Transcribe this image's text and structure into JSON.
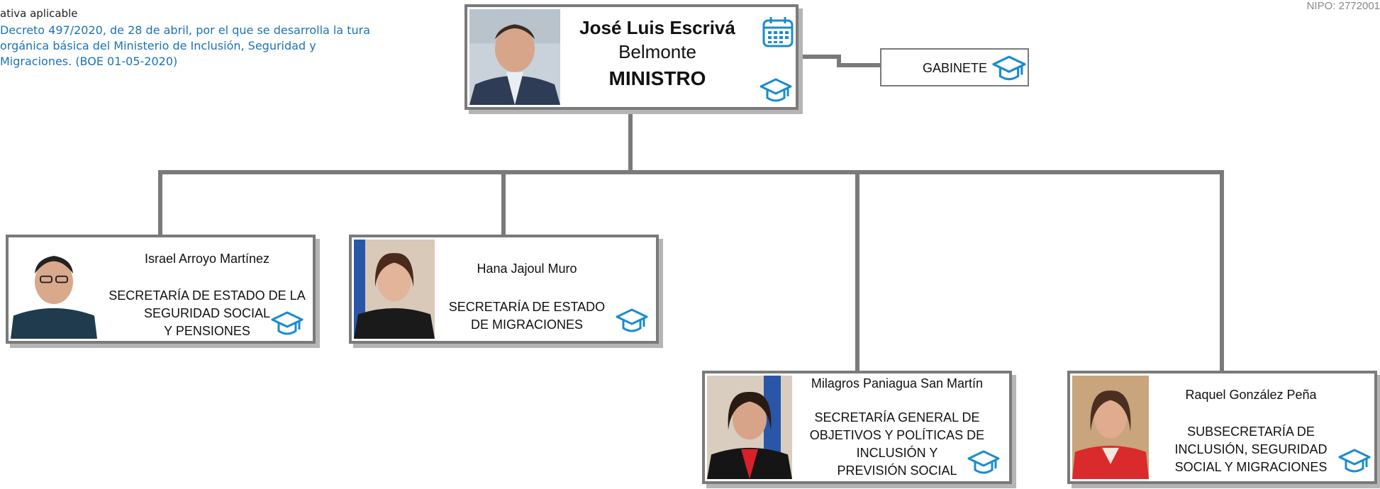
{
  "legal": {
    "title": "ativa aplicable",
    "text": "Decreto 497/2020, de 28 de abril, por el que se desarrolla la tura orgánica básica del Ministerio de Inclusión, Seguridad y Migraciones. (BOE 01-05-2020)"
  },
  "nipo": "NIPO: 2772001",
  "minister": {
    "name_line1": "José Luis Escrivá",
    "name_line2": "Belmonte",
    "role": "MINISTRO",
    "photo": "minister-photo"
  },
  "gabinete": {
    "label": "GABINETE",
    "icon": "graduation-cap-icon"
  },
  "icons": {
    "calendar": "calendar-icon",
    "cap": "graduation-cap-icon",
    "accent": "#1a8ccf"
  },
  "units": [
    {
      "name": "Israel Arroyo Martínez",
      "role": [
        "SECRETARÍA DE ESTADO DE LA",
        "SEGURIDAD SOCIAL",
        "Y PENSIONES"
      ]
    },
    {
      "name": "Hana Jajoul Muro",
      "role": [
        "SECRETARÍA DE ESTADO",
        "DE MIGRACIONES"
      ]
    },
    {
      "name": "Milagros Paniagua San Martín",
      "role": [
        "SECRETARÍA GENERAL DE",
        "OBJETIVOS Y POLÍTICAS DE",
        "INCLUSIÓN Y",
        "PREVISIÓN SOCIAL"
      ]
    },
    {
      "name": "Raquel González Peña",
      "role": [
        "SUBSECRETARÍA DE",
        "INCLUSIÓN, SEGURIDAD",
        "SOCIAL Y MIGRACIONES"
      ]
    }
  ]
}
